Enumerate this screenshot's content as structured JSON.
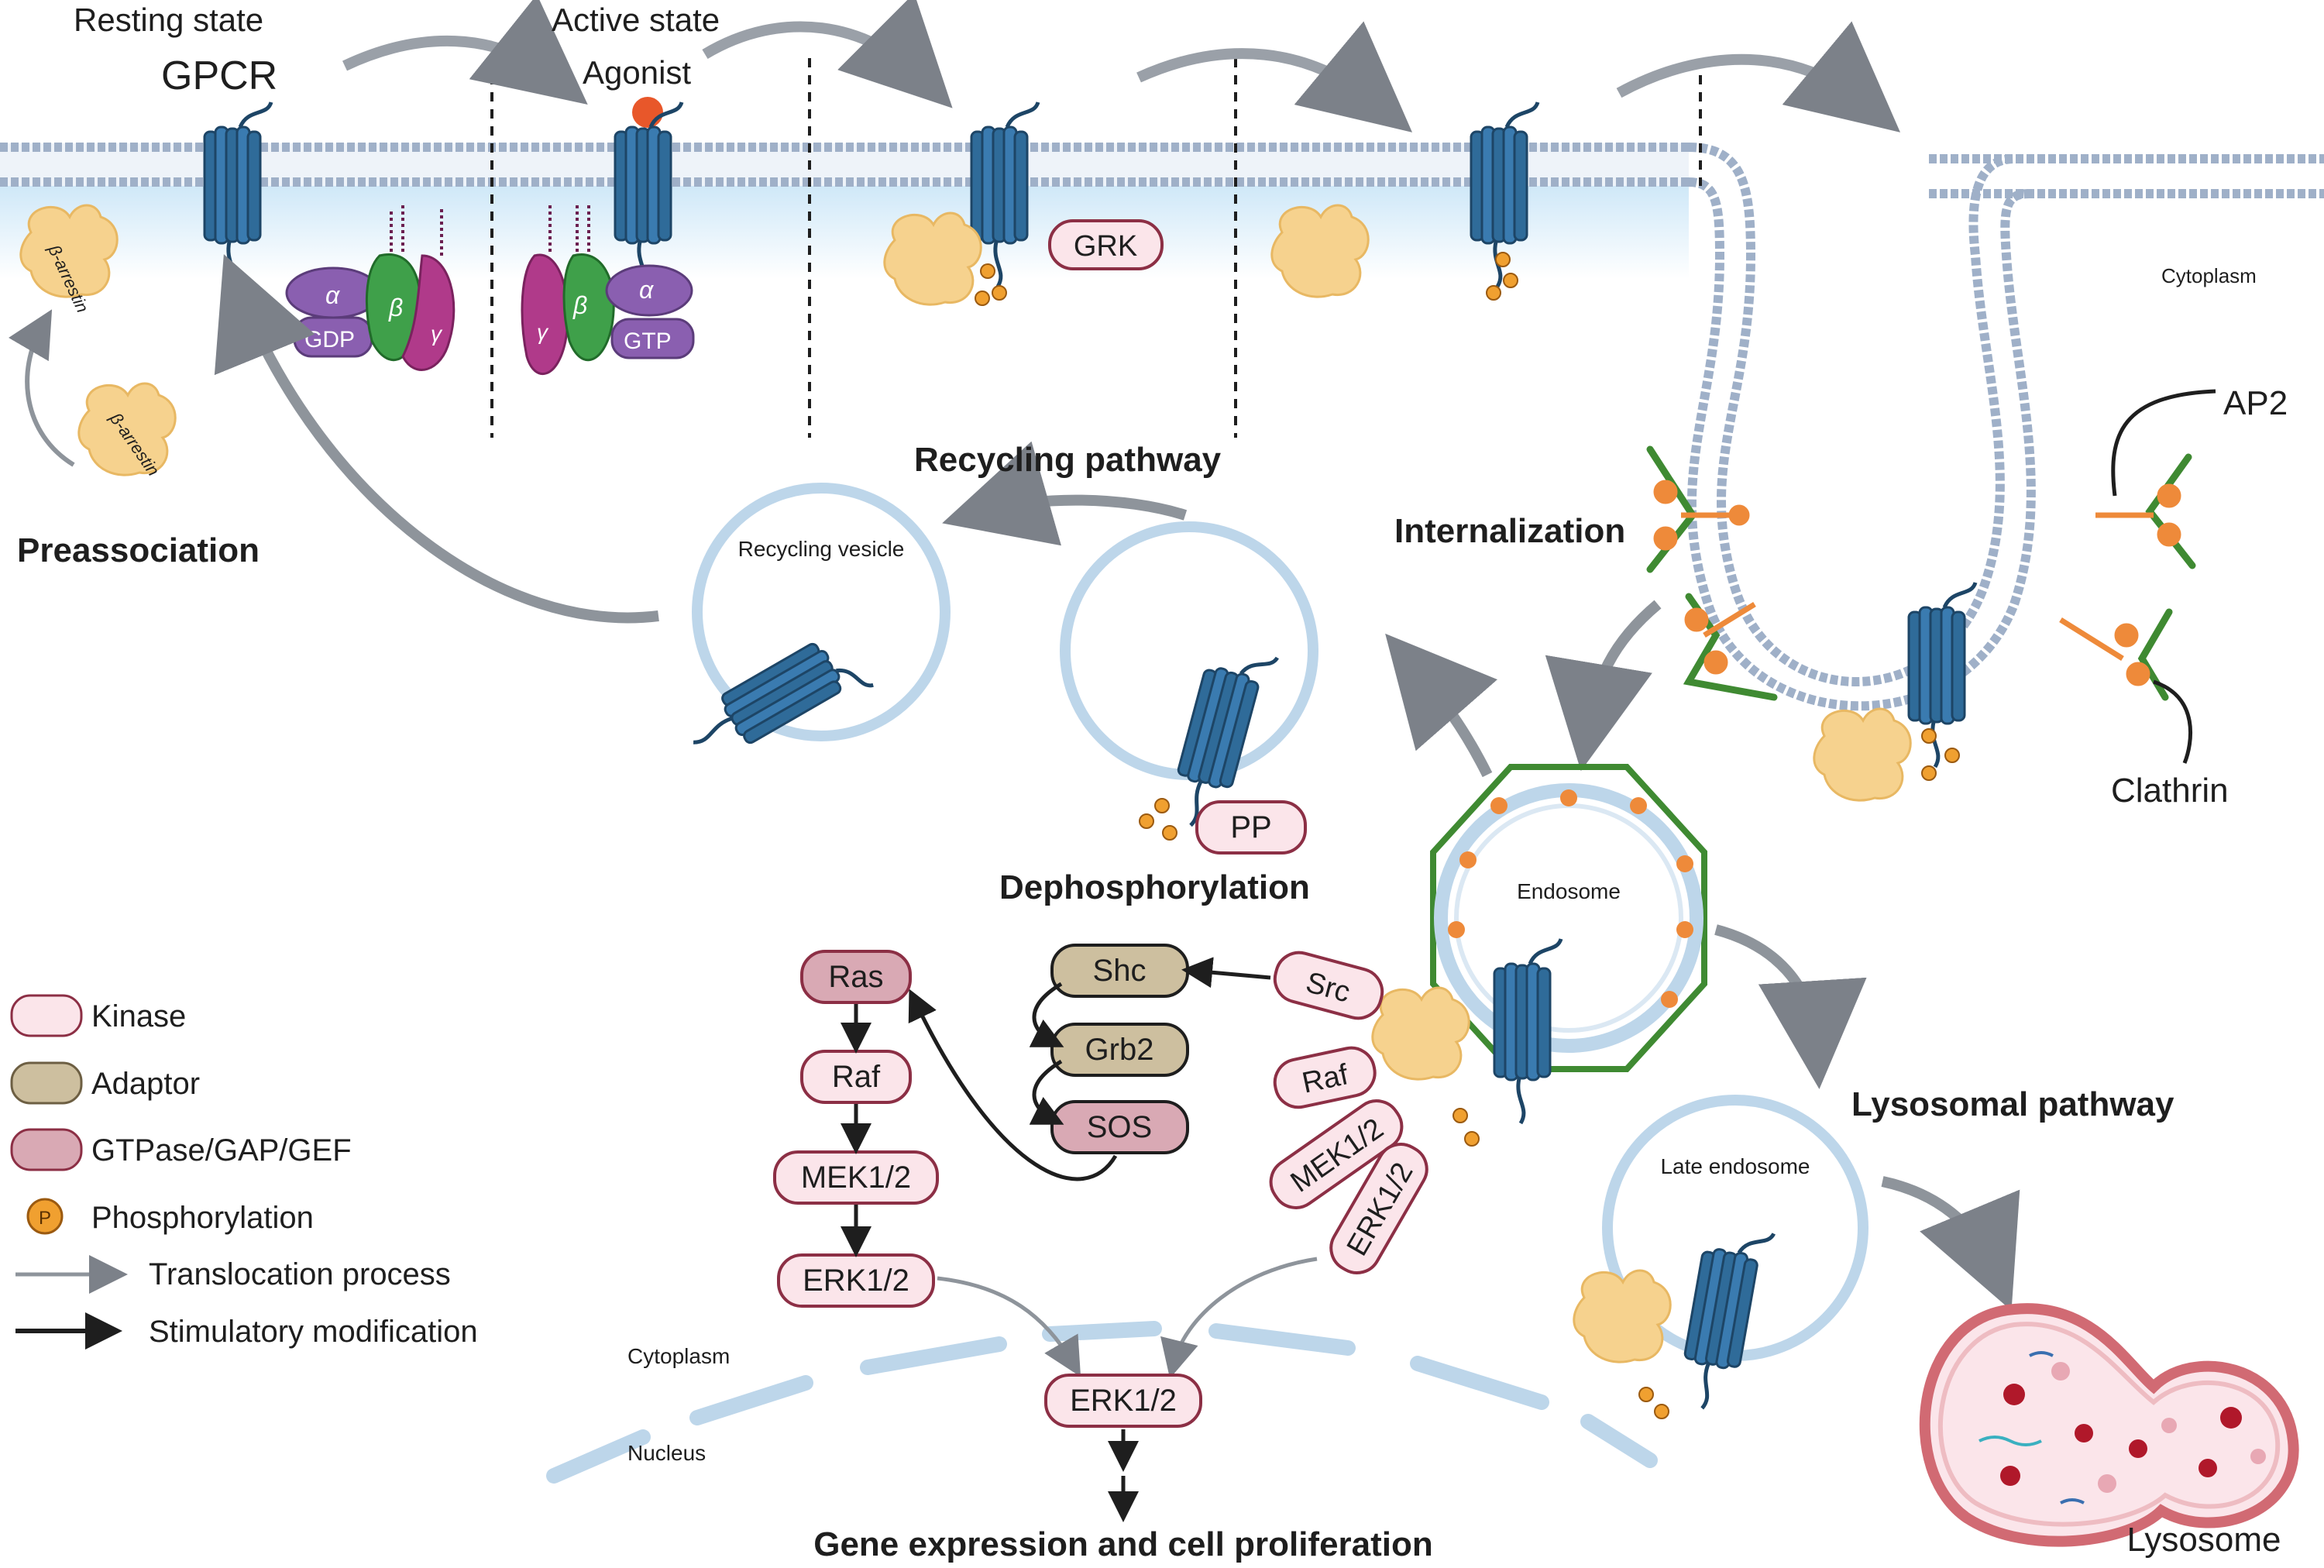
{
  "top": {
    "resting_state": "Resting state",
    "gpcr": "GPCR",
    "active_state": "Active state",
    "agonist": "Agonist",
    "preassociation": "Preassociation",
    "beta_arrestin": "β-arrestin",
    "grk": "GRK",
    "cytoplasm_top": "Cytoplasm"
  },
  "gprotein": {
    "alpha": "α",
    "beta": "β",
    "gamma": "γ",
    "gdp": "GDP",
    "gtp": "GTP"
  },
  "pathways": {
    "recycling_pathway": "Recycling pathway",
    "recycling_vesicle": "Recycling vesicle",
    "internalization": "Internalization",
    "ap2": "AP2",
    "clathrin": "Clathrin",
    "dephosphorylation": "Dephosphorylation",
    "pp": "PP",
    "endosome": "Endosome",
    "lysosomal_pathway": "Lysosomal pathway",
    "late_endosome": "Late endosome",
    "lysosome": "Lysosome"
  },
  "signaling": {
    "ras": "Ras",
    "raf": "Raf",
    "mek": "MEK1/2",
    "erk": "ERK1/2",
    "shc": "Shc",
    "grb2": "Grb2",
    "sos": "SOS",
    "src": "Src",
    "raf2": "Raf",
    "mek2": "MEK1/2",
    "erk2": "ERK1/2",
    "erk_nuc": "ERK1/2",
    "cytoplasm": "Cytoplasm",
    "nucleus": "Nucleus",
    "gene_expression": "Gene expression and cell proliferation"
  },
  "legend": {
    "kinase": "Kinase",
    "adaptor": "Adaptor",
    "gtpase": "GTPase/GAP/GEF",
    "phosphorylation": "Phosphorylation",
    "p_symbol": "P",
    "translocation": "Translocation process",
    "stimulatory": "Stimulatory modification"
  },
  "colors": {
    "receptor": "#2f6b99",
    "receptor_dark": "#1d4566",
    "kinase_fill": "#fbe5ea",
    "kinase_stroke": "#8c2f45",
    "adaptor_fill": "#cdbf9f",
    "gtpase_fill": "#d9a9b4",
    "arrestin": "#f6d28e",
    "clathrin": "#3f8a32",
    "ap2": "#ee8a3a",
    "membrane": "#9fb0c8"
  }
}
